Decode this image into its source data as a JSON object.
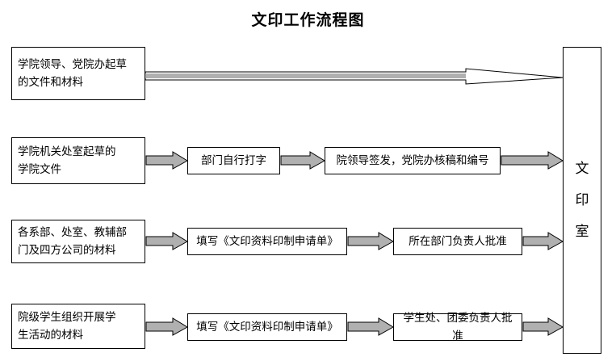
{
  "title": "文印工作流程图",
  "diagram": {
    "terminal": {
      "label": "文印室"
    },
    "rows": [
      {
        "id": "row-leadership",
        "source": "学院领导、党院办起草\n的文件和材料",
        "steps": []
      },
      {
        "id": "row-offices",
        "source": "学院机关处室起草的\n学院文件",
        "steps": [
          "部门自行打字",
          "院领导签发，党院办核稿和编号"
        ]
      },
      {
        "id": "row-departments",
        "source": "各系部、处室、教辅部\n门及四方公司的材料",
        "steps": [
          "填写《文印资料印制申请单》",
          "所在部门负责人批准"
        ]
      },
      {
        "id": "row-students",
        "source": "院级学生组织开展学\n生活动的材料",
        "steps": [
          "填写《文印资料印制申请单》",
          "学生处、团委负责人批准"
        ]
      }
    ],
    "colors": {
      "stroke": "#000000",
      "arrow_fill": "#b0b0b0",
      "background": "#ffffff"
    }
  }
}
